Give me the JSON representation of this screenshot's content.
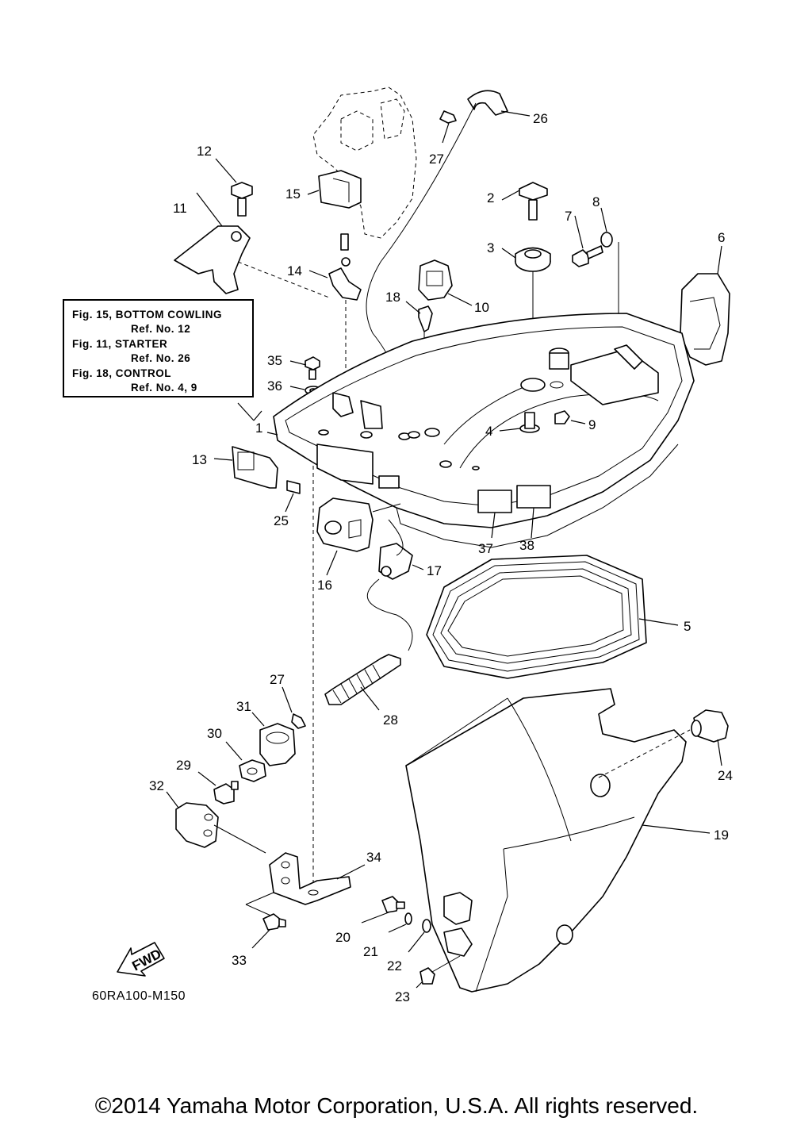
{
  "reference_box": {
    "lines": [
      {
        "fig": "Fig. 15, BOTTOM COWLING",
        "ref": "Ref. No. 12"
      },
      {
        "fig": "Fig. 11, STARTER",
        "ref": "Ref. No. 26"
      },
      {
        "fig": "Fig. 18, CONTROL",
        "ref": "Ref. No. 4, 9"
      }
    ]
  },
  "callouts": {
    "c1": "1",
    "c2": "2",
    "c3": "3",
    "c4": "4",
    "c5": "5",
    "c6": "6",
    "c7": "7",
    "c8": "8",
    "c9": "9",
    "c10": "10",
    "c11": "11",
    "c12": "12",
    "c13": "13",
    "c14": "14",
    "c15": "15",
    "c16": "16",
    "c17": "17",
    "c18": "18",
    "c19": "19",
    "c20": "20",
    "c21": "21",
    "c22": "22",
    "c23": "23",
    "c24": "24",
    "c25": "25",
    "c26": "26",
    "c27a": "27",
    "c27b": "27",
    "c28": "28",
    "c29": "29",
    "c30": "30",
    "c31": "31",
    "c32": "32",
    "c33": "33",
    "c34": "34",
    "c35": "35",
    "c36": "36",
    "c37": "37",
    "c38": "38"
  },
  "fwd_label": "FWD",
  "drawing_code": "60RA100-M150",
  "copyright": "©2014 Yamaha Motor Corporation, U.S.A. All rights reserved."
}
